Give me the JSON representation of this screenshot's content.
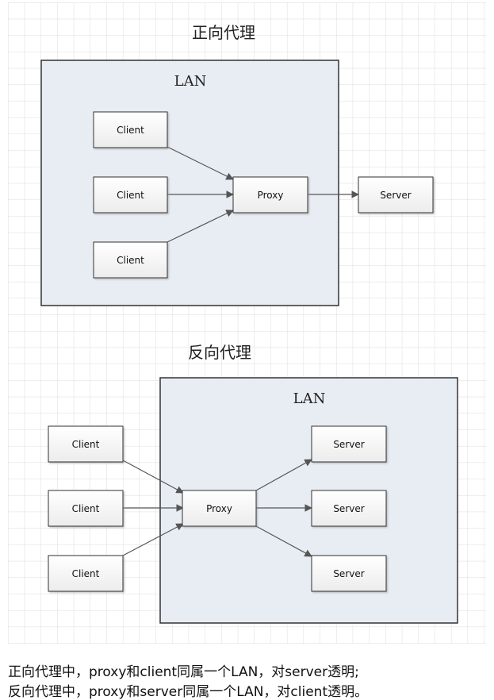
{
  "forward": {
    "title": "正向代理",
    "lan_label": "LAN",
    "clients": [
      "Client",
      "Client",
      "Client"
    ],
    "proxy": "Proxy",
    "server": "Server"
  },
  "reverse": {
    "title": "反向代理",
    "lan_label": "LAN",
    "clients": [
      "Client",
      "Client",
      "Client"
    ],
    "proxy": "Proxy",
    "servers": [
      "Server",
      "Server",
      "Server"
    ]
  },
  "captions": {
    "line1": "正向代理中，proxy和client同属一个LAN，对server透明;",
    "line2": "反向代理中，proxy和server同属一个LAN，对client透明。"
  },
  "colors": {
    "grid": "#dcdcdc",
    "lan_fill": "#e8ecf3",
    "border": "#333333",
    "node_fill": "#f5f5f5",
    "arrow": "#555555"
  }
}
